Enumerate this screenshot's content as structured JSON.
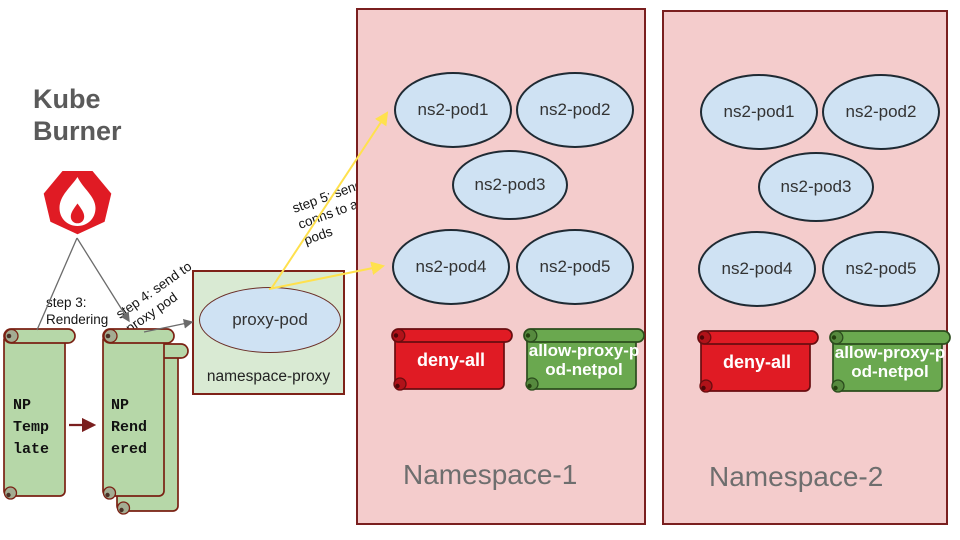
{
  "kube_burner": {
    "label": "Kube Burner",
    "np_template": "NP\nTemp\nlate",
    "np_rendered": "NP\nRend\nered"
  },
  "annotations": {
    "step3": "step 3:\nRendering",
    "step4": "step 4: send to\nproxy pod",
    "step5": "step 5: send\nconns to app\npods"
  },
  "proxy_namespace": {
    "label": "namespace-proxy",
    "pod": "proxy-pod"
  },
  "namespaces": [
    {
      "name": "Namespace-1",
      "pods": [
        "ns2-pod1",
        "ns2-pod2",
        "ns2-pod3",
        "ns2-pod4",
        "ns2-pod5"
      ],
      "deny_policy": "deny-all",
      "allow_policy": "allow-proxy-p\nod-netpol"
    },
    {
      "name": "Namespace-2",
      "pods": [
        "ns2-pod1",
        "ns2-pod2",
        "ns2-pod3",
        "ns2-pod4",
        "ns2-pod5"
      ],
      "deny_policy": "deny-all",
      "allow_policy": "allow-proxy-p\nod-netpol"
    }
  ],
  "colors": {
    "brand_red": "#e01b24",
    "namespace_fill": "#f4cccc",
    "namespace_border": "#7a1f1f",
    "pod_fill": "#cfe2f3",
    "proxy_box_fill": "#d9ead3",
    "np_scroll_fill": "#b6d7a8",
    "deny_fill": "#e01b24",
    "allow_fill": "#6aa84f",
    "connector_yellow": "#ffe14d"
  }
}
